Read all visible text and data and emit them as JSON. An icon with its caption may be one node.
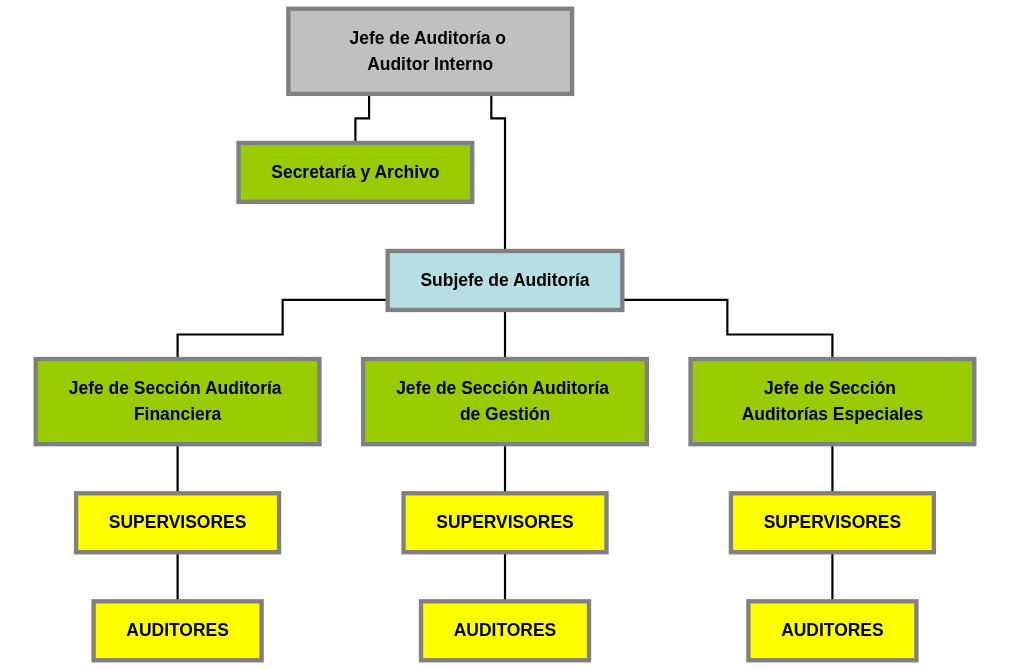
{
  "diagram": {
    "nodes": [
      {
        "text": [
          "Jefe de Auditoría o Auditor Interno"
        ]
      },
      {
        "text": [
          "Secretaría y Archivo"
        ]
      },
      {
        "text": [
          "Subjefe de Auditoría"
        ]
      },
      {
        "text": [
          "Jefe de Sección Auditoría Financiera"
        ]
      },
      {
        "text": [
          "Jefe de Sección Auditoría de Gestión"
        ]
      },
      {
        "text": [
          "Jefe de Sección Auditorías Especiales"
        ]
      },
      {
        "text": [
          "SUPERVISORES"
        ]
      },
      {
        "text": [
          "SUPERVISORES"
        ]
      },
      {
        "text": [
          "SUPERVISORES"
        ]
      },
      {
        "text": [
          "AUDITORES"
        ]
      },
      {
        "text": [
          "AUDITORES"
        ]
      },
      {
        "text": [
          "AUDITORES"
        ]
      }
    ],
    "edges": [
      {
        "from": 0,
        "to": 1,
        "arrow": "none"
      },
      {
        "from": 0,
        "to": 2,
        "arrow": "none"
      },
      {
        "from": 2,
        "to": 3,
        "arrow": "none"
      },
      {
        "from": 2,
        "to": 4,
        "arrow": "none"
      },
      {
        "from": 2,
        "to": 5,
        "arrow": "none"
      },
      {
        "from": 3,
        "to": 6,
        "arrow": "none"
      },
      {
        "from": 4,
        "to": 7,
        "arrow": "none"
      },
      {
        "from": 5,
        "to": 8,
        "arrow": "none"
      },
      {
        "from": 6,
        "to": 9,
        "arrow": "none"
      },
      {
        "from": 7,
        "to": 10,
        "arrow": "none"
      },
      {
        "from": 8,
        "to": 11,
        "arrow": "none"
      }
    ]
  }
}
